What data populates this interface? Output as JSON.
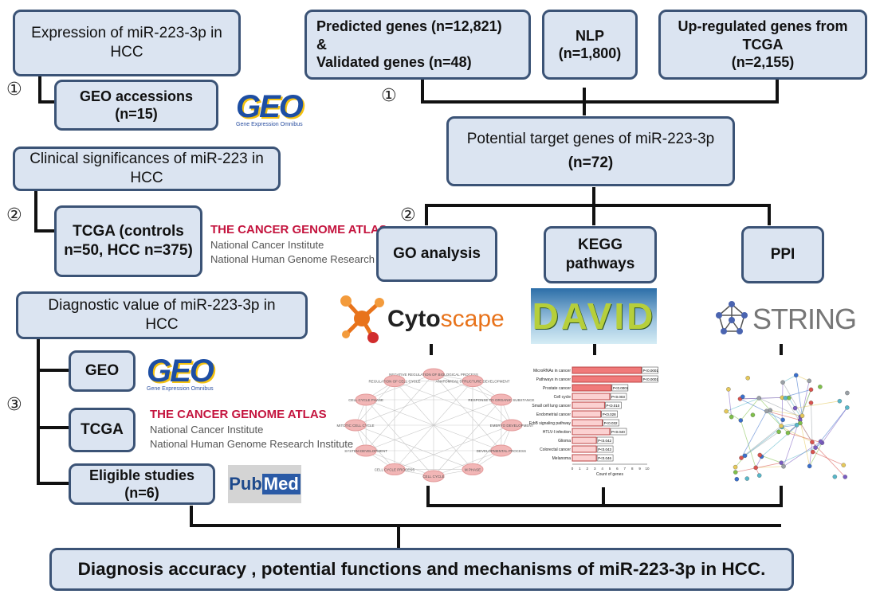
{
  "left": {
    "step1_title": "Expression of miR-223-3p in HCC",
    "step1_child": "GEO accessions (n=15)",
    "step2_title": "Clinical significances of miR-223 in HCC",
    "step2_child": "TCGA (controls n=50, HCC n=375)",
    "step3_title": "Diagnostic value of miR-223-3p in HCC",
    "step3_children": [
      "GEO",
      "TCGA",
      "Eligible studies (n=6)"
    ]
  },
  "step_markers": [
    "①",
    "②",
    "③"
  ],
  "right": {
    "predicted": "Predicted genes (n=12,821)",
    "amp": "&",
    "validated": "Validated genes (n=48)",
    "nlp_title": "NLP",
    "nlp_n": "(n=1,800)",
    "tcga_up_title": "Up-regulated genes from TCGA",
    "tcga_up_n": "(n=2,155)",
    "potential_title": "Potential target genes of miR-223-3p",
    "potential_n": "(n=72)",
    "go": "GO analysis",
    "kegg": "KEGG pathways",
    "ppi": "PPI"
  },
  "final": "Diagnosis accuracy , potential functions and mechanisms of miR-223-3p in HCC.",
  "logos": {
    "geo_big": "GEO",
    "geo_small": "Gene Expression Omnibus",
    "tcga_title": "THE CANCER GENOME ATLAS",
    "tcga_line1": "National Cancer Institute",
    "tcga_line2": "National Human Genome Research Institute",
    "cytoscape_a": "Cyto",
    "cytoscape_b": "scape",
    "david": "DAVID",
    "string": "STRING",
    "pubmed_a": "Pub",
    "pubmed_b": "Med"
  },
  "go_network_labels": [
    "NEGATIVE REGULATION OF BIOLOGICAL PROCESS",
    "ANATOMICAL STRUCTURE DEVELOPMENT",
    "RESPONSE TO ORGANIC SUBSTANCE",
    "EMBRYO DEVELOPMENT",
    "DEVELOPMENTAL PROCESS",
    "M PHASE",
    "CELL CYCLE",
    "CELL CYCLE PROCESS",
    "SYSTEM DEVELOPMENT",
    "MITOTIC CELL CYCLE",
    "CELL CYCLE PHASE",
    "REGULATION OF CELL CYCLE"
  ],
  "kegg_chart": {
    "bars": [
      {
        "label": "MicroRNAs in cancer",
        "value": 9.2,
        "p": "P<0.0001"
      },
      {
        "label": "Pathways in cancer",
        "value": 9.2,
        "p": "P<0.0001"
      },
      {
        "label": "Prostate cancer",
        "value": 5.2,
        "p": "P<0.0001"
      },
      {
        "label": "Cell cycle",
        "value": 5.0,
        "p": "P<0.003"
      },
      {
        "label": "Small cell lung cancer",
        "value": 4.3,
        "p": "P<0.010"
      },
      {
        "label": "Endometrial cancer",
        "value": 3.8,
        "p": "P<0.028"
      },
      {
        "label": "ErbB signaling pathway",
        "value": 4.0,
        "p": "P<0.032"
      },
      {
        "label": "HTLV-I infection",
        "value": 5.0,
        "p": "P<0.040"
      },
      {
        "label": "Glioma",
        "value": 3.2,
        "p": "P<0.042"
      },
      {
        "label": "Colorectal cancer",
        "value": 3.2,
        "p": "P<0.043"
      },
      {
        "label": "Melanoma",
        "value": 3.2,
        "p": "P<0.046"
      }
    ],
    "xlabel": "Count of genes",
    "xmax": 10
  },
  "colors": {
    "box_fill": "#dbe4f1",
    "box_border": "#3b5376",
    "line": "#111111",
    "tcga_red": "#c4143e"
  }
}
